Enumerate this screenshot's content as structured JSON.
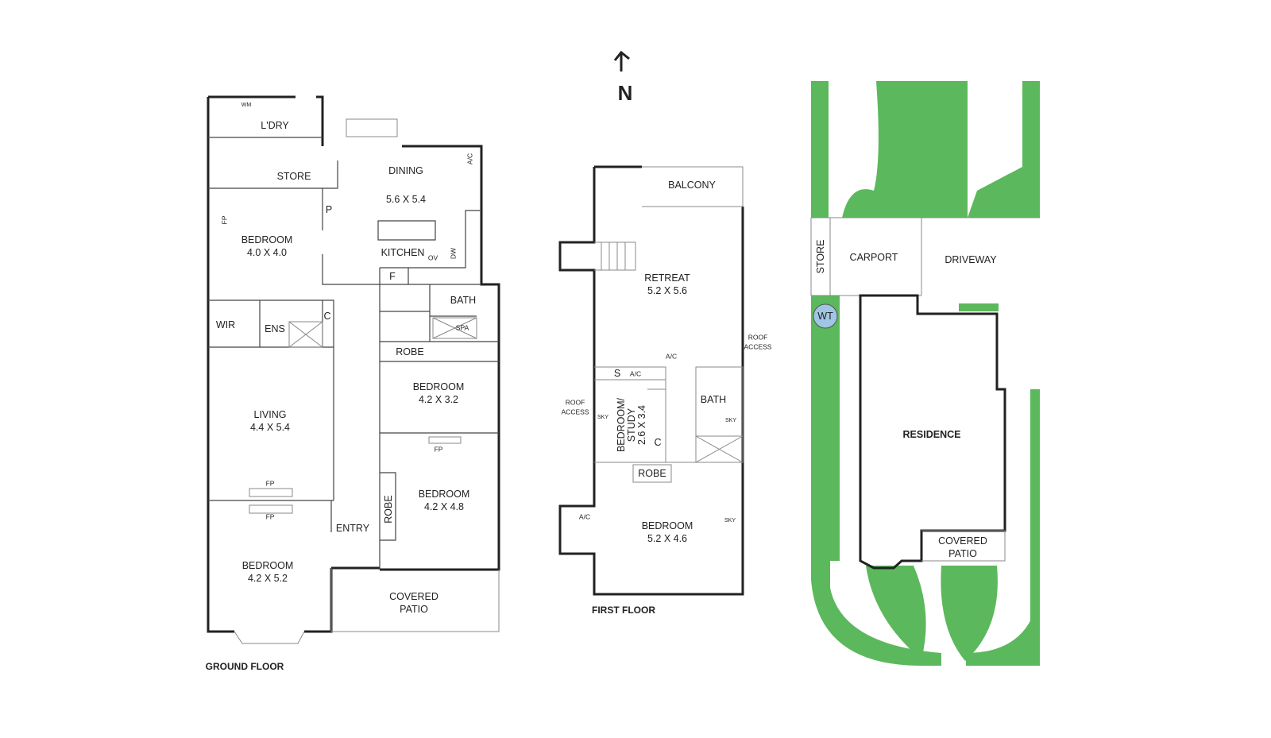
{
  "compass": {
    "letter": "N"
  },
  "ground_floor": {
    "title": "GROUND FLOOR",
    "rooms": {
      "laundry": "L'DRY",
      "wm": "WM",
      "store": "STORE",
      "dining": "DINING",
      "dining_size": "5.6 X 5.4",
      "ac": "A/C",
      "pantry": "P",
      "fp_bed1": "FP",
      "bed1": "BEDROOM",
      "bed1_size": "4.0 X 4.0",
      "kitchen": "KITCHEN",
      "ov": "OV",
      "dw": "DW",
      "fridge": "F",
      "bath": "BATH",
      "spa": "SPA",
      "wir": "WIR",
      "ens": "ENS",
      "cupboard": "C",
      "robe1": "ROBE",
      "bed2": "BEDROOM",
      "bed2_size": "4.2 X 3.2",
      "living": "LIVING",
      "living_size": "4.4 X 5.4",
      "fp_bed3": "FP",
      "fp_living": "FP",
      "fp_bed4": "FP",
      "bed3": "BEDROOM",
      "bed3_size": "4.2 X 4.8",
      "robe2": "ROBE",
      "entry": "ENTRY",
      "bed4": "BEDROOM",
      "bed4_size": "4.2 X 5.2",
      "patio1": "COVERED",
      "patio2": "PATIO"
    }
  },
  "first_floor": {
    "title": "FIRST FLOOR",
    "rooms": {
      "balcony": "BALCONY",
      "retreat": "RETREAT",
      "retreat_size": "5.2 X 5.6",
      "roof_access_r1": "ROOF",
      "roof_access_r2": "ACCESS",
      "ac1": "A/C",
      "s": "S",
      "ac2": "A/C",
      "bath": "BATH",
      "roof_access_l1": "ROOF",
      "roof_access_l2": "ACCESS",
      "sky1": "SKY",
      "study1": "BEDROOM/",
      "study2": "STUDY",
      "study_size": "2.6 X 3.4",
      "cupboard": "C",
      "sky2": "SKY",
      "robe": "ROBE",
      "ac3": "A/C",
      "sky3": "SKY",
      "bed": "BEDROOM",
      "bed_size": "5.2 X 4.6"
    }
  },
  "site_plan": {
    "store": "STORE",
    "carport": "CARPORT",
    "driveway": "DRIVEWAY",
    "wt": "WT",
    "residence": "RESIDENCE",
    "patio1": "COVERED",
    "patio2": "PATIO"
  },
  "colors": {
    "garden": "#5cb85c",
    "lawn": "#5cb85c",
    "wall": "#222222",
    "wt": "#9fc6e4"
  }
}
